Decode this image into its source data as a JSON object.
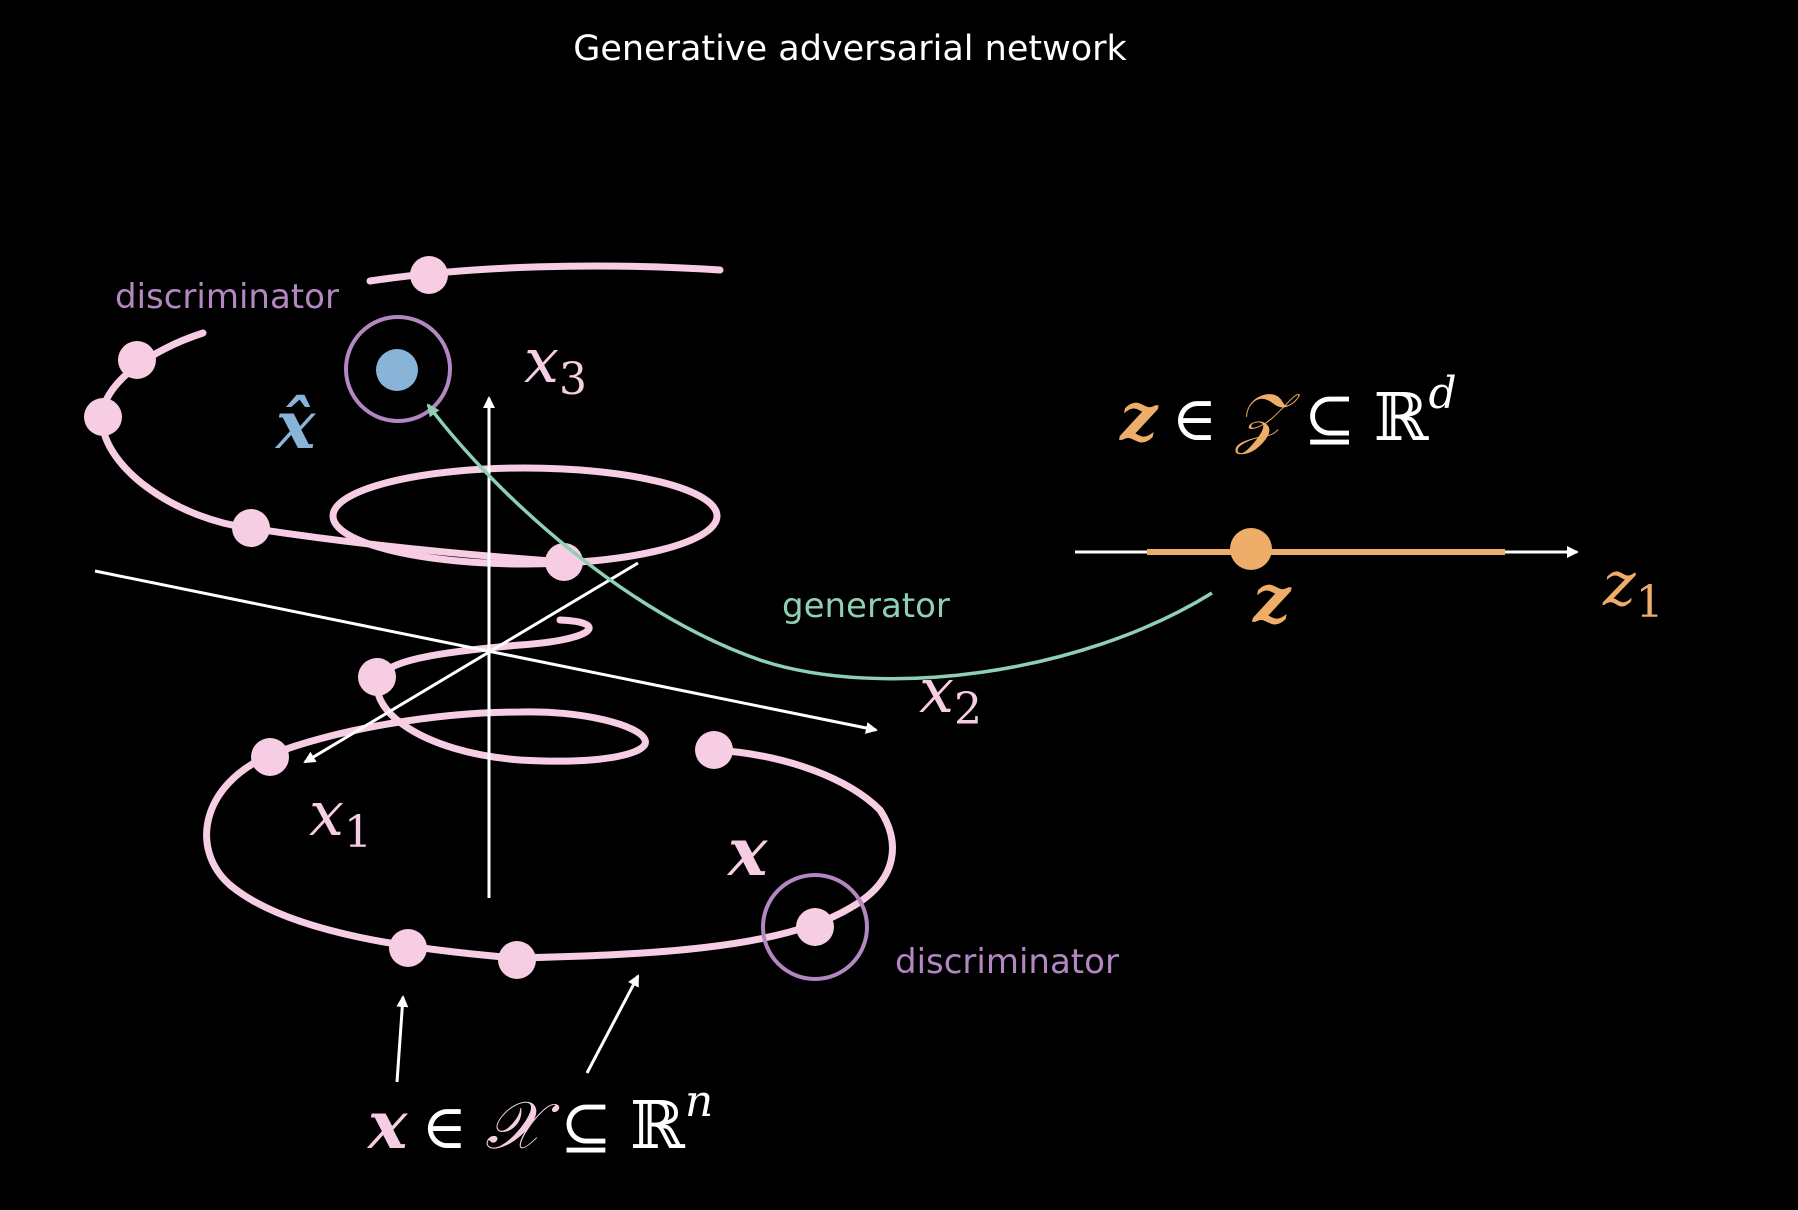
{
  "title": "Generative adversarial network",
  "labels": {
    "discriminator_top": "discriminator",
    "discriminator_bottom": "discriminator",
    "generator": "generator"
  },
  "axes": {
    "x1": {
      "var": "x",
      "sub": "1"
    },
    "x2": {
      "var": "x",
      "sub": "2"
    },
    "x3": {
      "var": "x",
      "sub": "3"
    },
    "z1": {
      "var": "z",
      "sub": "1"
    }
  },
  "math": {
    "x_hat": "x̂",
    "x_point": "x",
    "z_point": "z",
    "data_space": {
      "var": "x",
      "rel1": "∈",
      "space": "𝒳",
      "rel2": "⊆",
      "field": "ℝ",
      "dim": "n"
    },
    "latent_space": {
      "var": "z",
      "rel1": "∈",
      "space": "𝒵",
      "rel2": "⊆",
      "field": "ℝ",
      "dim": "d"
    }
  },
  "colors": {
    "background": "#000000",
    "text": "#ffffff",
    "data_manifold": "#f6cde2",
    "discriminator": "#b387c1",
    "generator": "#8fcfb4",
    "latent": "#efad6a",
    "generated_point": "#8ab3d8",
    "axis": "#ffffff"
  }
}
